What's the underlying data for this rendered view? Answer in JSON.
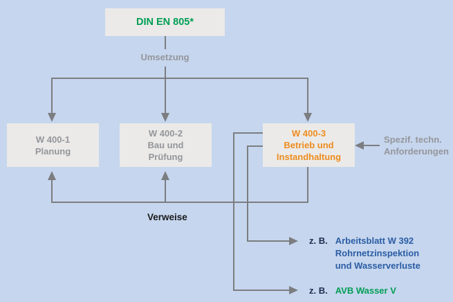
{
  "diagram": {
    "root_box": {
      "label": "DIN EN 805*"
    },
    "umsetzung_label": "Umsetzung",
    "boxes": [
      {
        "label": "W 400-1\nPlanung"
      },
      {
        "label": "W 400-2\nBau und\nPrüfung"
      },
      {
        "label": "W 400-3\nBetrieb und\nInstandhaltung"
      }
    ],
    "side_note": "Spezif. techn.\nAnforderungen",
    "verweise_label": "Verweise",
    "references": [
      {
        "prefix": "z. B.",
        "title": "Arbeitsblatt W 392\nRohrnetzinspektion\nund Wasserverluste"
      },
      {
        "prefix": "z. B.",
        "title": "AVB Wasser V"
      }
    ],
    "colors": {
      "background": "#c6d6ee",
      "box_fill": "#ebeae8",
      "connector_gray": "#7b7d80",
      "gray_text": "#94969b",
      "green": "#009e54",
      "orange": "#ee8c1f",
      "blue": "#2b5da4",
      "dark_navy": "#1d2c4e",
      "black": "#1a1a1c"
    }
  }
}
